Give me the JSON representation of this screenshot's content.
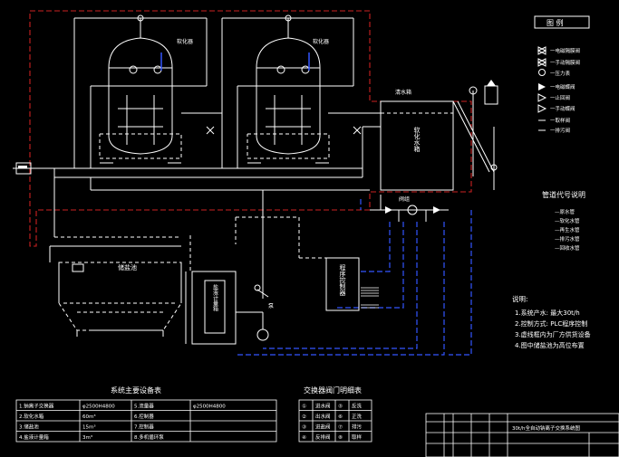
{
  "legend": {
    "title": "图  例",
    "items": [
      "一电磁隔膜阀",
      "一手动隔膜阀",
      "一压力表",
      "一电磁蝶阀",
      "一止回阀",
      "一手动蝶阀",
      "一取样阀",
      "一排污阀"
    ]
  },
  "pipe_codes": {
    "title": "管道代号说明",
    "items": [
      "—原水管",
      "—软化水管",
      "—再生水管",
      "—排污水管",
      "—回收水管"
    ]
  },
  "notes": {
    "title": "说明:",
    "items": [
      "1.系统产水: 最大30t/h",
      "2.控制方式: PLC程序控制",
      "3.虚线框内为厂方供货设备",
      "4.图中储盐池为高位布置"
    ]
  },
  "diagram_labels": {
    "resin_tank_a": "软化器",
    "resin_tank_b": "软化器",
    "brine_pit": "储盐池",
    "soft_water_tank": "软化水箱",
    "salt_tank": "盐液计量箱",
    "controller": "程序控制器",
    "pump": "泵",
    "clean_water_tank": "清水箱",
    "valve_group": "阀组"
  },
  "equipment_table": {
    "title": "系统主要设备表",
    "rows": [
      [
        "1.钠离子交换器",
        "φ2500H4800",
        "5.流量器",
        "φ2500H4800"
      ],
      [
        "2.软化水箱",
        "60m³",
        "6.控制器",
        ""
      ],
      [
        "3.储盐池",
        "15m³",
        "7.控制器",
        ""
      ],
      [
        "4.盐液计量箱",
        "3m³",
        "8.多机循环泵",
        ""
      ]
    ]
  },
  "valve_table": {
    "title": "交换器阀门明细表",
    "rows": [
      [
        "①",
        "进水阀",
        "⑤",
        "反洗"
      ],
      [
        "②",
        "出水阀",
        "⑥",
        "正洗"
      ],
      [
        "③",
        "进盐阀",
        "⑦",
        "排污"
      ],
      [
        "④",
        "反排阀",
        "⑧",
        "取样"
      ]
    ]
  },
  "title_block": {
    "project": "30t/h全自动钠离子交换系统图"
  },
  "colors": {
    "background": "#000000",
    "linework": "#ffffff",
    "supply_boundary": "#cc2222",
    "soft_water_pipe": "#3355ff",
    "text_yellow": "#ffff66"
  }
}
